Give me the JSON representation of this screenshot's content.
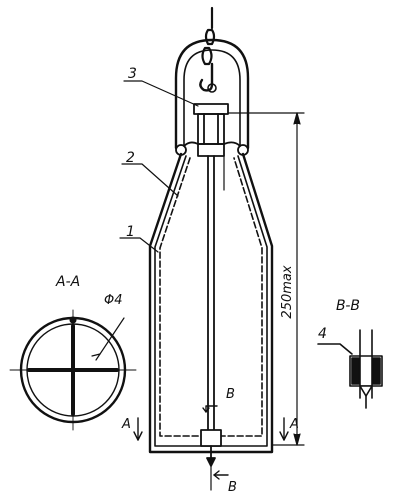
{
  "labels": {
    "part_1": "1",
    "part_2": "2",
    "part_3": "3",
    "part_4": "4",
    "dimension": "250max",
    "section_aa": "A-A",
    "section_bb": "B-B",
    "diameter": "Φ4",
    "cut_a_left": "A",
    "cut_a_right": "A",
    "cut_b_top": "B",
    "cut_b_bottom": "B"
  },
  "colors": {
    "ink": "#111111",
    "background": "#ffffff"
  }
}
